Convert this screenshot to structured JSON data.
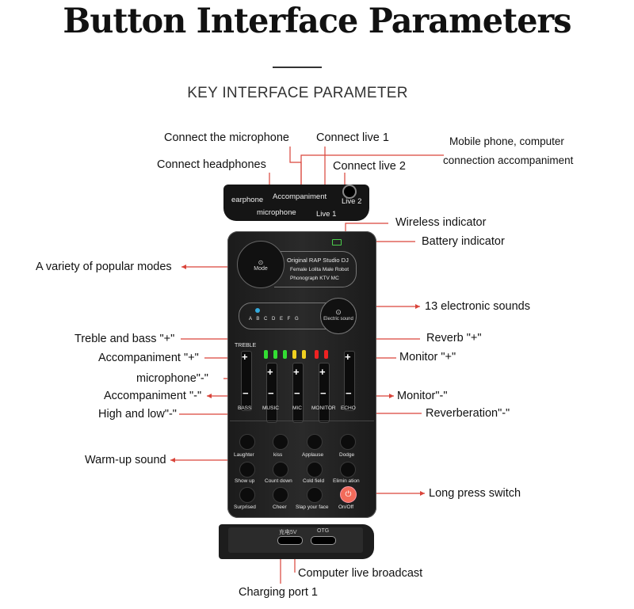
{
  "title": "Button Interface Parameters",
  "subtitle": "KEY INTERFACE PARAMETER",
  "labels": {
    "connect_microphone": "Connect the microphone",
    "connect_live1": "Connect live 1",
    "mobile_line1": "Mobile phone, computer",
    "mobile_line2": "connection accompaniment",
    "connect_headphones": "Connect headphones",
    "connect_live2": "Connect live 2",
    "wireless_indicator": "Wireless indicator",
    "battery_indicator": "Battery indicator",
    "popular_modes": "A variety of popular modes",
    "electronic_sounds": "13 electronic sounds",
    "treble_bass_plus": "Treble and bass \"+\"",
    "reverb_plus": "Reverb \"+\"",
    "accompaniment_plus": "Accompaniment \"+\"",
    "monitor_plus": "Monitor \"+\"",
    "microphone_minus": "microphone\"-\"",
    "accompaniment_minus": "Accompaniment \"-\"",
    "monitor_minus": "Monitor\"-\"",
    "high_low_minus": "High and low\"-\"",
    "reverberation_minus": "Reverberation\"-\"",
    "warmup_sound": "Warm-up sound",
    "long_press_switch": "Long press switch",
    "computer_live_broadcast": "Computer live broadcast",
    "charging_port": "Charging port 1"
  },
  "device": {
    "top": {
      "earphone": "earphone",
      "accompaniment": "Accompaniment",
      "live2": "Live 2",
      "microphone": "microphone",
      "live1": "Live 1"
    },
    "mode_knob": "Mode",
    "mode_lines": [
      "Original RAP Studio DJ",
      "Female Lolita Male Robot",
      "Phonograph KTV MC"
    ],
    "sound_knob": "Electric sound",
    "sound_letters": "A B C D E F G",
    "treble": "TREBLE",
    "slider_labels": [
      "BASS",
      "MUSIC",
      "MIC",
      "MONITOR",
      "ECHO"
    ],
    "buttons_row1": [
      "Laughter",
      "kiss",
      "Applause",
      "Dodge"
    ],
    "buttons_row2": [
      "Show up",
      "Count down",
      "Cold field",
      "Elimin ation"
    ],
    "buttons_row3": [
      "Surprised",
      "Cheer",
      "Slap your face",
      "On/Off"
    ],
    "bottom": {
      "charge": "充电5V",
      "otg": "OTG"
    }
  },
  "colors": {
    "line": "#d9443a",
    "led_green": "#33dd33",
    "led_yellow": "#f0d020",
    "led_red": "#ee2222",
    "onoff": "#f26b5a"
  }
}
